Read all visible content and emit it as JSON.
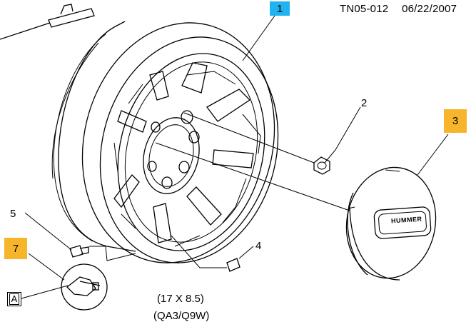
{
  "header": {
    "doc_id": "TN05-012",
    "date": "06/22/2007"
  },
  "callouts": {
    "c1": "1",
    "c2": "2",
    "c3": "3",
    "c4": "4",
    "c5": "5",
    "c7": "7"
  },
  "spec": {
    "size": "(17 X 8.5)",
    "code": "(QA3/Q9W)"
  },
  "reference_label": "A",
  "hubcap_logo_text": "HUMMER",
  "colors": {
    "callout_blue": "#1fb3ef",
    "callout_orange": "#f7b52b"
  }
}
